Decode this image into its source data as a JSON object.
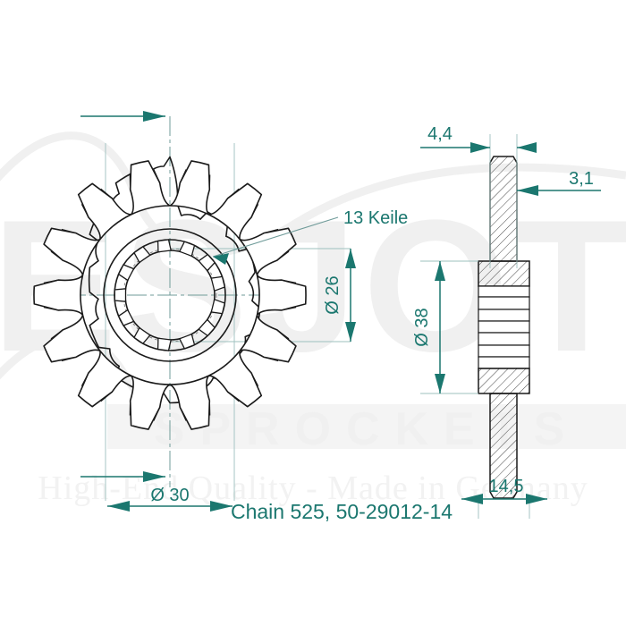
{
  "drawing": {
    "title": "Chain 525, 50-29012-14",
    "chain_size": "525",
    "part_number": "50-29012-14",
    "teeth_count": 14,
    "spline_count": 13,
    "colors": {
      "dimension": "#1b776f",
      "outline": "#1a1a1a",
      "centerline": "#6f9b99",
      "watermark": "#f0f0f0",
      "background": "#ffffff"
    },
    "annotations": {
      "splines_label": "13 Keile",
      "bore_diameter": "Ø 26",
      "hub_diameter": "Ø 38",
      "root_diameter": "Ø 30",
      "tooth_width": "4,4",
      "tooth_tip": "3,1",
      "total_width": "14,5"
    },
    "dimension_values": {
      "bore_diameter_mm": 26,
      "hub_diameter_mm": 38,
      "root_diameter_mm": 30,
      "tooth_width_mm": 4.4,
      "tooth_tip_mm": 3.1,
      "total_width_mm": 14.5
    },
    "watermark": {
      "brand": "ESJOT",
      "product_line": "SPROCKETS",
      "tagline": "High-End Quality - Made in Germany"
    },
    "views": {
      "front_view_name": "front-elevation",
      "side_view_name": "section-view"
    }
  }
}
